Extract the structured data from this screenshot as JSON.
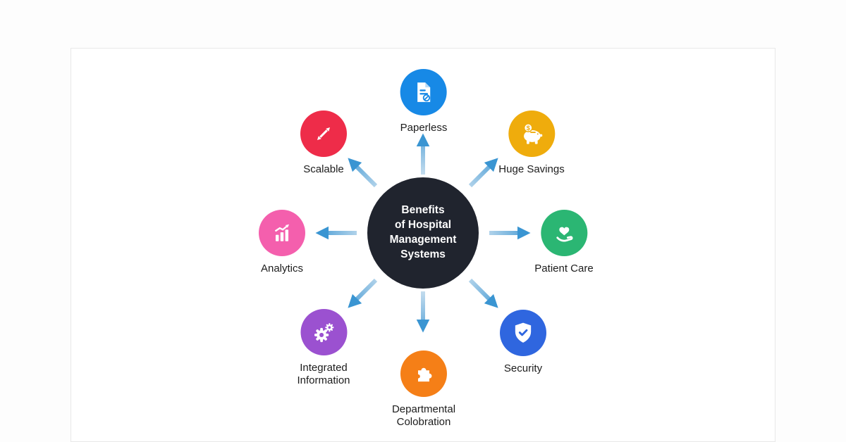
{
  "diagram": {
    "center": {
      "title": "Benefits\nof Hospital\nManagement\nSystems",
      "color": "#20242e"
    },
    "arrow_color": "#3a95d2",
    "nodes": [
      {
        "id": "paperless",
        "label": "Paperless",
        "color": "#1789e6",
        "icon": "paperless-document-icon"
      },
      {
        "id": "huge-savings",
        "label": "Huge Savings",
        "color": "#efac0c",
        "icon": "piggy-bank-icon"
      },
      {
        "id": "patient-care",
        "label": "Patient Care",
        "color": "#2bb673",
        "icon": "heart-in-hand-icon"
      },
      {
        "id": "security",
        "label": "Security",
        "color": "#2f66df",
        "icon": "shield-check-icon"
      },
      {
        "id": "departmental-colobration",
        "label": "Departmental\nColobration",
        "color": "#f57f17",
        "icon": "puzzle-piece-icon"
      },
      {
        "id": "integrated-information",
        "label": "Integrated\nInformation",
        "color": "#9b51d0",
        "icon": "gears-icon"
      },
      {
        "id": "analytics",
        "label": "Analytics",
        "color": "#f45fad",
        "icon": "bar-chart-growth-icon"
      },
      {
        "id": "scalable",
        "label": "Scalable",
        "color": "#ee2c49",
        "icon": "expand-arrows-icon"
      }
    ]
  }
}
